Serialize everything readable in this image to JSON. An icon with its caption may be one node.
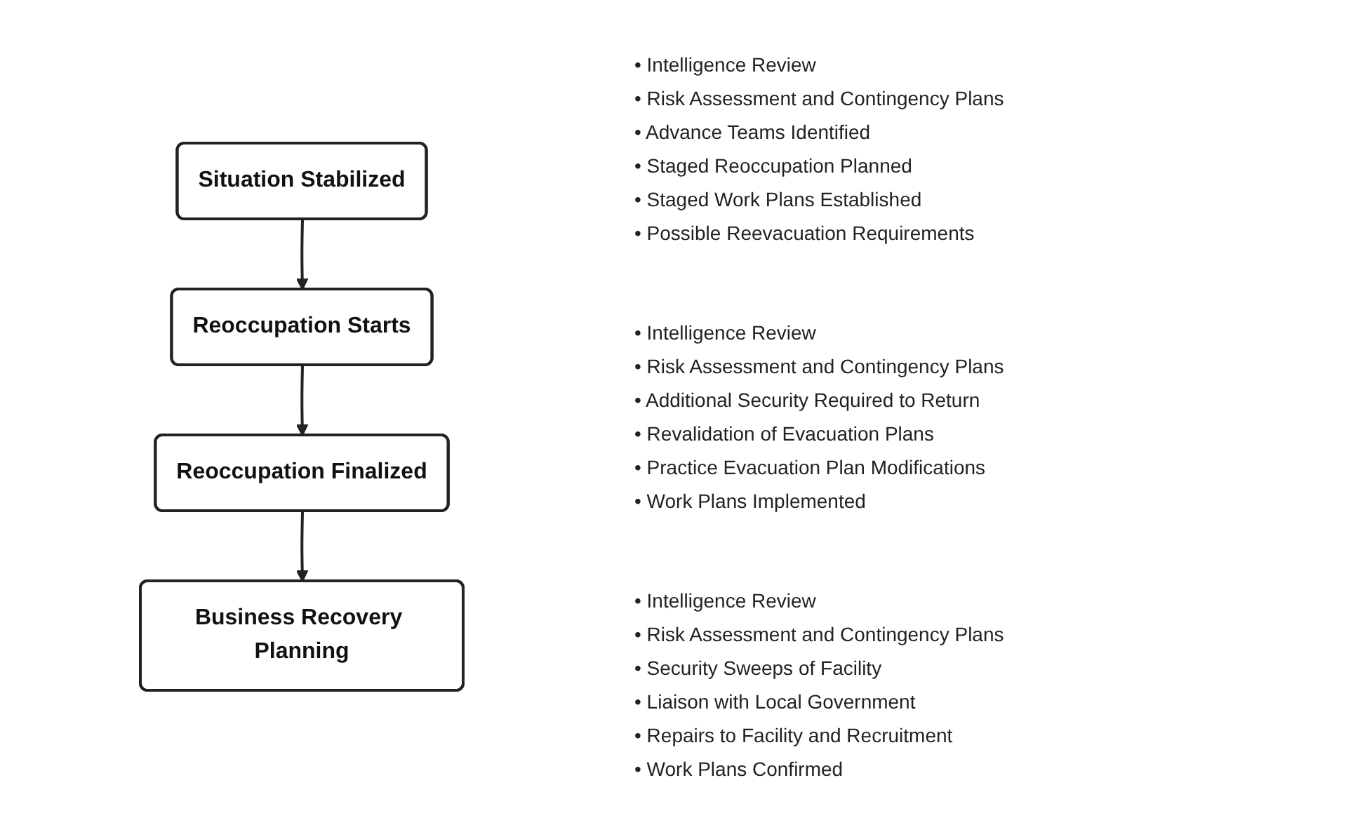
{
  "diagram": {
    "nodes": [
      {
        "text": [
          "Situation Stabilized"
        ]
      },
      {
        "text": [
          "Business Recovery Planning"
        ]
      },
      {
        "text": [
          "Reoccupation Starts"
        ]
      },
      {
        "text": [
          "Reoccupation Finalized"
        ]
      }
    ],
    "edges": [
      {
        "from": 0,
        "to": 2,
        "arrow": "to"
      },
      {
        "from": 2,
        "to": 3,
        "arrow": "to"
      },
      {
        "from": 3,
        "to": 1,
        "arrow": "to"
      }
    ],
    "labels": [
      "• Intelligence Review",
      "• Risk Assessment and Contingency Plans",
      "• Advance Teams Identified",
      "• Staged Reoccupation Planned",
      "• Staged Work Plans Established",
      "• Possible Reevacuation Requirements",
      "• Intelligence Review",
      "• Risk Assessment and Contingency Plans",
      "• Additional Security Required to Return",
      "• Revalidation of Evacuation Plans",
      "• Practice Evacuation Plan Modifications",
      "• Work Plans Implemented",
      "• Intelligence Review",
      "• Risk Assessment and Contingency Plans",
      "• Security Sweeps of Facility",
      "• Liaison with Local Government",
      "• Repairs to Facility and Recruitment",
      "• Work Plans Confirmed"
    ]
  }
}
